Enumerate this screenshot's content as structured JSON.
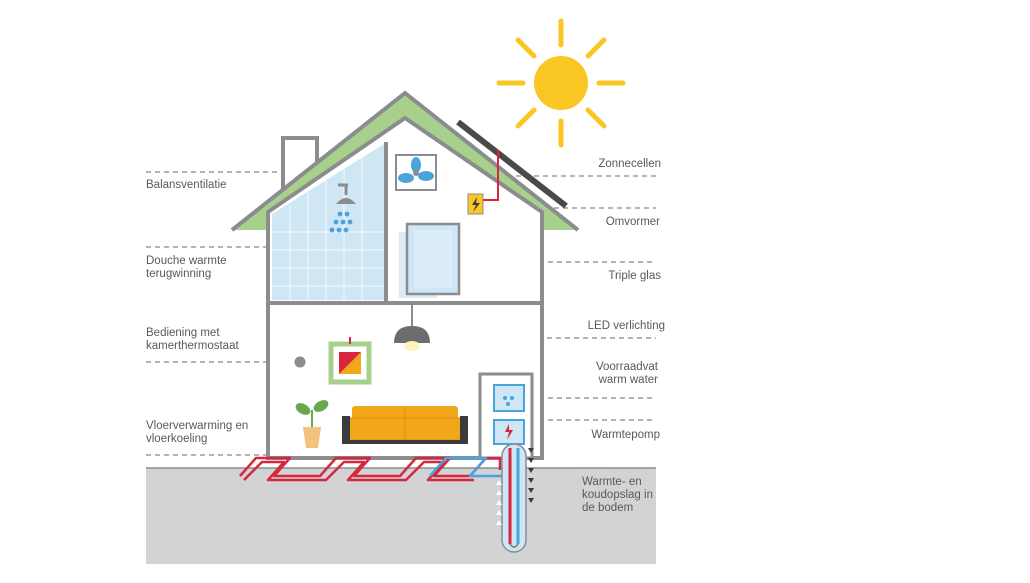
{
  "diagram": {
    "labels_left": {
      "balansventilatie": "Balansventilatie",
      "douche": "Douche warmte\nterugwinning",
      "bediening": "Bediening met\nkamerthermostaat",
      "vloer": "Vloerverwarming en\nvloerkoeling"
    },
    "labels_right": {
      "zonnecellen": "Zonnecellen",
      "omvormer": "Omvormer",
      "triple_glas": "Triple glas",
      "led": "LED verlichting",
      "voorraadvat": "Voorraadvat\nwarm water",
      "warmtepomp": "Warmtepomp",
      "bodem": "Warmte- en\nkoudopslag in\nde bodem"
    },
    "colors": {
      "wall": "#8a8c8e",
      "roof": "#a8d08d",
      "window": "#cfe6f5",
      "sun": "#f9c623",
      "sofa": "#f2a71b",
      "ground": "#d1d3d4",
      "heat_pipe": "#d7263d",
      "cold_pipe": "#4ba3dc",
      "dash": "#9b9b9b"
    },
    "icons": [
      "sun-icon",
      "fan-icon",
      "shower-icon",
      "lightning-icon",
      "lamp-icon",
      "thermostat-icon",
      "painting-icon",
      "plant-icon",
      "sofa-icon",
      "boiler-icon",
      "heat-pump-icon",
      "ground-probe-icon"
    ]
  }
}
